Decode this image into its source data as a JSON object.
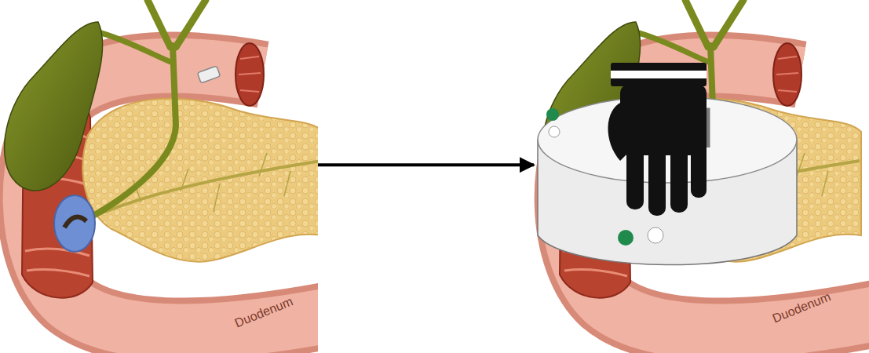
{
  "diagram": {
    "nodes": [
      {
        "text": [
          "Duodenum"
        ]
      },
      {
        "text": [
          "Duodenum"
        ]
      }
    ],
    "edges": [
      {
        "from": 0,
        "to": 1,
        "arrow": "to"
      }
    ]
  }
}
